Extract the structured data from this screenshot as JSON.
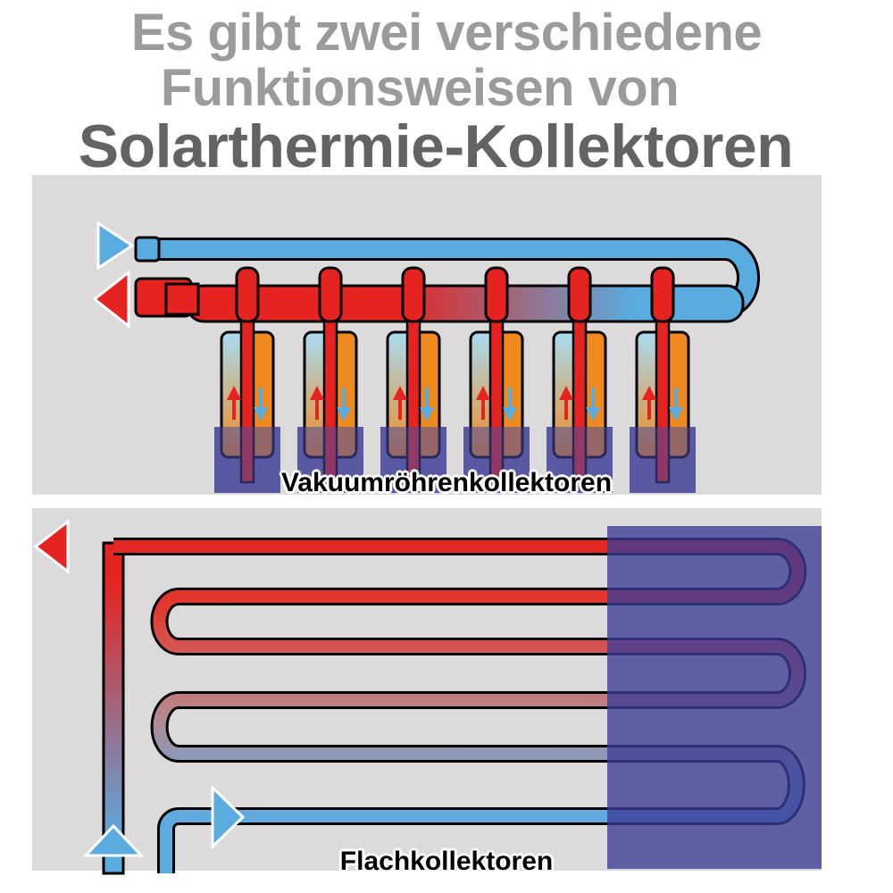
{
  "title": {
    "line1": "Es gibt zwei verschiedene",
    "line2": "Funktionsweisen von",
    "line3": "Solarthermie-Kollektoren"
  },
  "panels": {
    "vacuum": {
      "label": "Vakuumröhrenkollektoren",
      "tube_count": 6
    },
    "flat": {
      "label": "Flachkollektoren",
      "loop_count": 3
    }
  },
  "colors": {
    "panel_bg": "#dcdadb",
    "hot": "#e52421",
    "cold": "#5aabdf",
    "absorber": "#5b5ba0",
    "tube_hot": "#ef8a1f",
    "tube_cold": "#a9dcf3"
  },
  "icons": {
    "inlet": "triangle-right-icon",
    "outlet": "triangle-left-icon",
    "rise": "arrow-up-icon",
    "fall": "arrow-down-icon"
  }
}
